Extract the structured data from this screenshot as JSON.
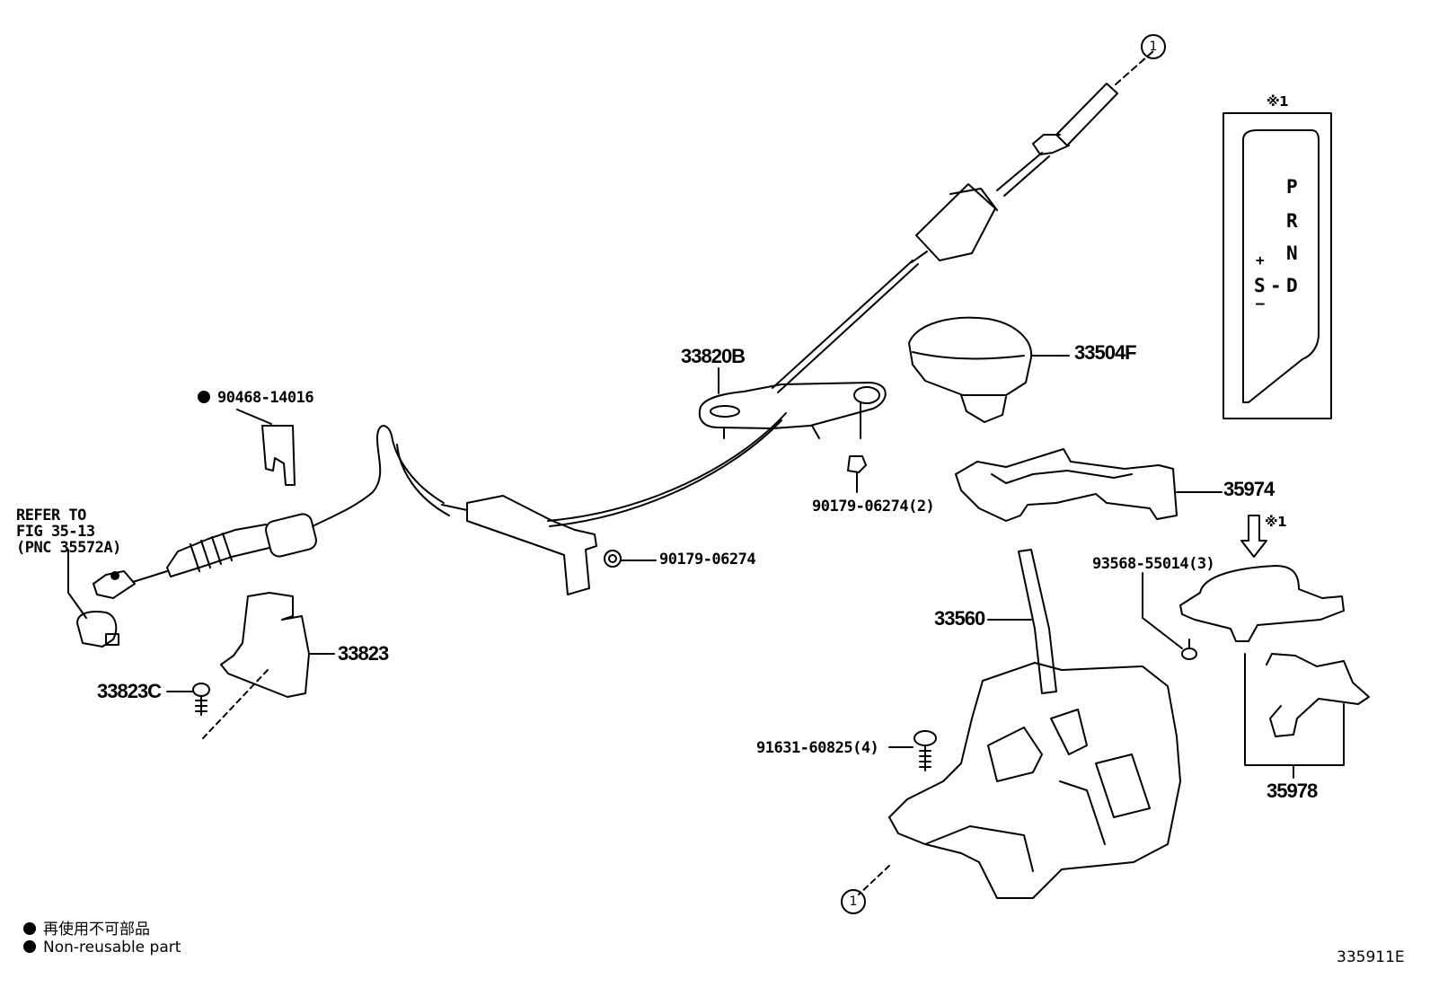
{
  "legend": {
    "non_reusable_jp": "再使用不可部品",
    "non_reusable_en": "Non-reusable part"
  },
  "figure_id": "335911E",
  "callouts": {
    "loop_ref": "1",
    "note_ref": "※1"
  },
  "inset": {
    "title": "※1",
    "gate_letters": [
      "P",
      "R",
      "N",
      "D",
      "S",
      "+",
      "-",
      "–"
    ]
  },
  "parts": {
    "p33820B": "33820B",
    "p90468": "90468-14016",
    "refer_line1": "REFER TO",
    "refer_line2": "FIG 35-13",
    "refer_line3": "(PNC 35572A)",
    "p33823C": "33823C",
    "p33823": "33823",
    "p90179_a": "90179-06274",
    "p90179_b": "90179-06274(2)",
    "p33504F": "33504F",
    "p35974": "35974",
    "p93568": "93568-55014(3)",
    "p33560": "33560",
    "p91631": "91631-60825(4)",
    "p35978": "35978"
  }
}
